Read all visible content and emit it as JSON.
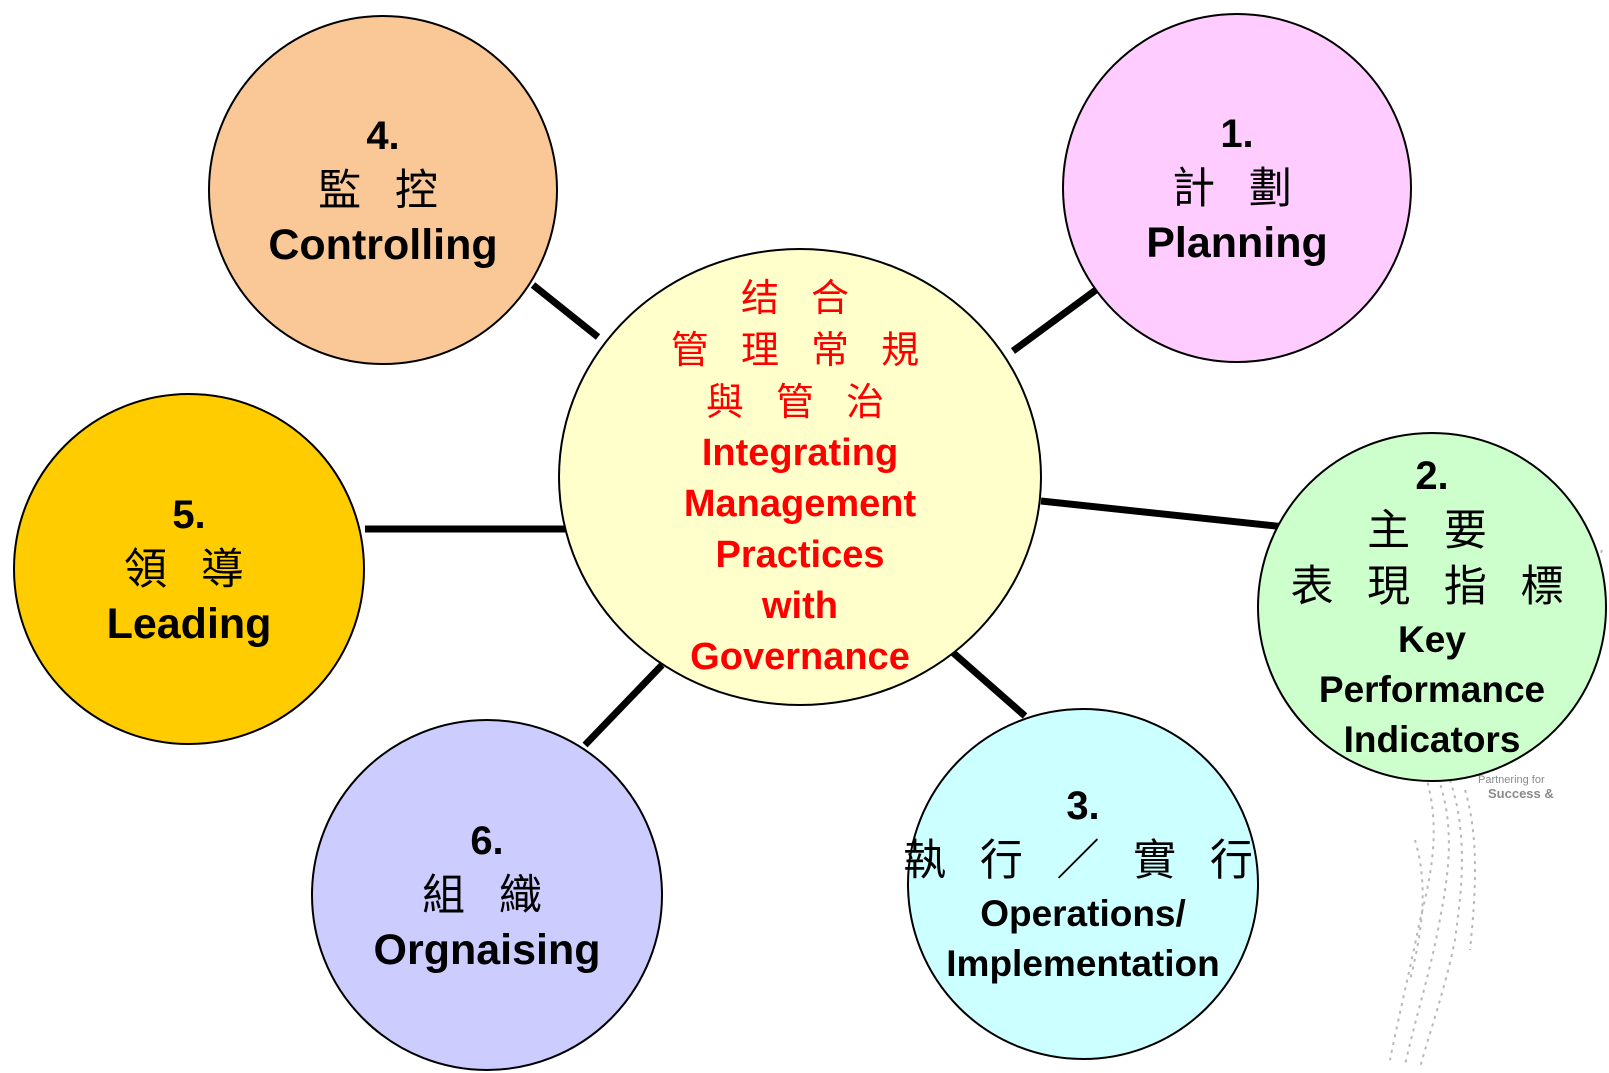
{
  "center": {
    "zh_lines": [
      "结 合",
      "管 理 常 規",
      "與 管 治"
    ],
    "en_lines": [
      "Integrating",
      "Management",
      "Practices",
      "with",
      "Governance"
    ],
    "fill": "#ffffcc",
    "text_color": "#ff0000"
  },
  "nodes": [
    {
      "id": "planning",
      "number": "1.",
      "zh_lines": [
        "計 劃"
      ],
      "en_lines": [
        "Planning"
      ],
      "fill": "#ffccff"
    },
    {
      "id": "kpi",
      "number": "2.",
      "zh_lines": [
        "主 要",
        "表 現 指 標"
      ],
      "en_lines": [
        "Key",
        "Performance",
        "Indicators"
      ],
      "fill": "#ccffcc"
    },
    {
      "id": "operations",
      "number": "3.",
      "zh_lines": [
        "執 行 ／ 實 行"
      ],
      "en_lines": [
        "Operations/",
        "Implementation"
      ],
      "fill": "#ccffff"
    },
    {
      "id": "controlling",
      "number": "4.",
      "zh_lines": [
        "監 控"
      ],
      "en_lines": [
        "Controlling"
      ],
      "fill": "#f9c896"
    },
    {
      "id": "leading",
      "number": "5.",
      "zh_lines": [
        "領 導"
      ],
      "en_lines": [
        "Leading"
      ],
      "fill": "#ffcc00"
    },
    {
      "id": "organising",
      "number": "6.",
      "zh_lines": [
        "組 織"
      ],
      "en_lines": [
        "Orgnaising"
      ],
      "fill": "#ccccff"
    }
  ],
  "watermark": {
    "line1": "Partnering for",
    "line2": "Success &"
  },
  "connector_color": "#000000"
}
